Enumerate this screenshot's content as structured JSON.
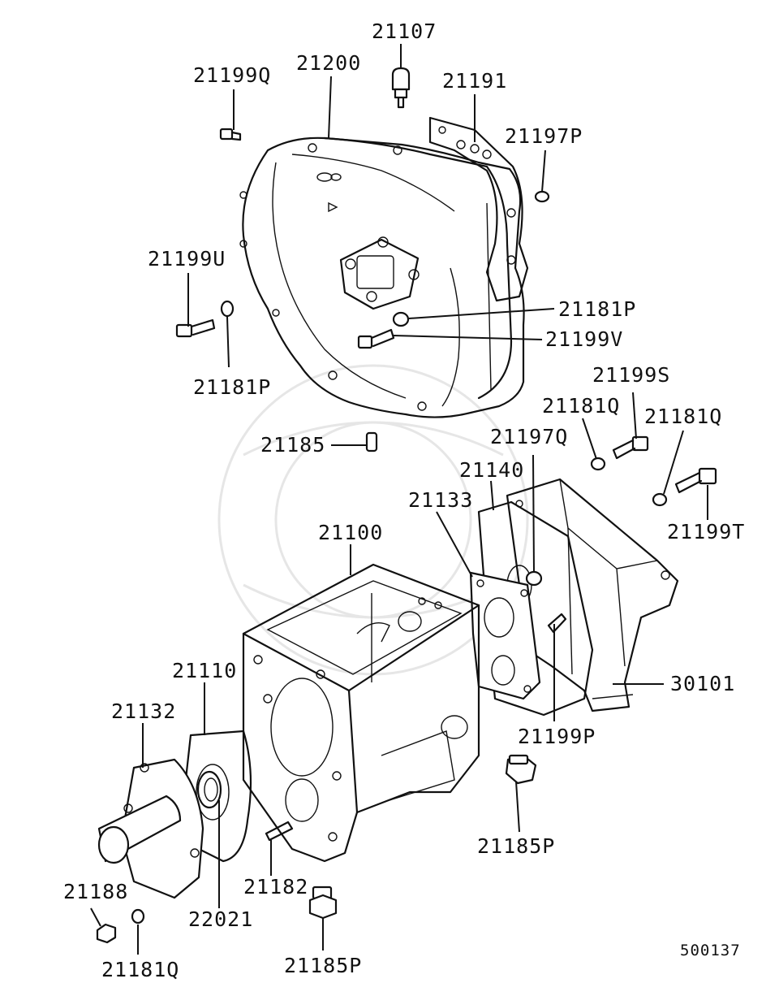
{
  "diagram_id": "500137",
  "callouts": {
    "p21107": "21107",
    "p21199q": "21199Q",
    "p21200": "21200",
    "p21191": "21191",
    "p21197p": "21197P",
    "p21199u": "21199U",
    "p21181p_a": "21181P",
    "p21181p_b": "21181P",
    "p21199v": "21199V",
    "p21199s": "21199S",
    "p21181q_a": "21181Q",
    "p21181q_b": "21181Q",
    "p21197q": "21197Q",
    "p21185": "21185",
    "p21140": "21140",
    "p21133": "21133",
    "p21199t": "21199T",
    "p21100": "21100",
    "p21110": "21110",
    "p21132": "21132",
    "p30101": "30101",
    "p21199p": "21199P",
    "p21185p_a": "21185P",
    "p21188": "21188",
    "p21182": "21182",
    "p22021": "22021",
    "p21181q_c": "21181Q",
    "p21185p_b": "21185P"
  }
}
